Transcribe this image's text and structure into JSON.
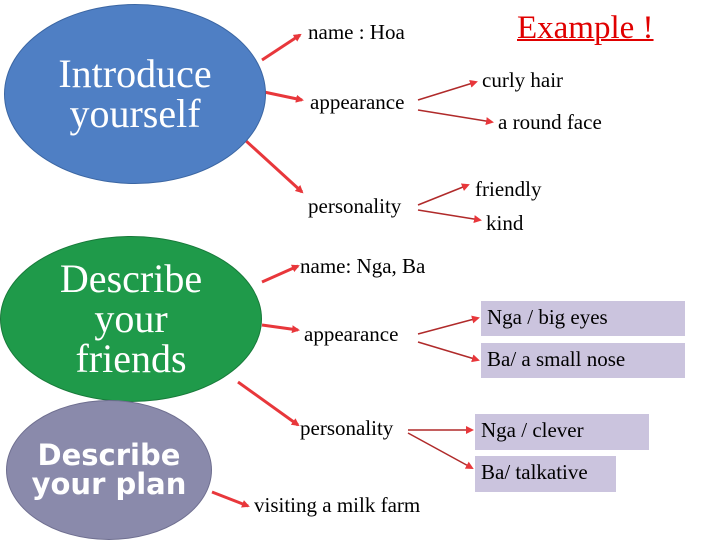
{
  "colors": {
    "arrow_red": "#e8373b",
    "intro_oval": "#4f7fc4",
    "friends_oval": "#1f9a4a",
    "plan_oval": "#8a8aab",
    "box_fill": "#cbc4de",
    "example_red": "#e00000"
  },
  "ovals": {
    "intro": [
      "Introduce",
      "yourself"
    ],
    "friends": [
      "Describe",
      "your",
      "friends"
    ],
    "plan": [
      "Describe",
      "your plan"
    ]
  },
  "example_title": "Example !",
  "intro_branch": {
    "name": "name : Hoa",
    "appearance": "appearance",
    "appearance_items": [
      "curly hair",
      "a round face"
    ],
    "personality": "personality",
    "personality_items": [
      "friendly",
      "kind"
    ]
  },
  "friends_branch": {
    "name": "name: Nga, Ba",
    "appearance": "appearance",
    "appearance_items": [
      "Nga / big eyes",
      "Ba/ a small nose"
    ],
    "personality": "personality",
    "personality_items": [
      "Nga / clever",
      "Ba/ talkative"
    ]
  },
  "plan_branch": {
    "activity": "visiting a milk farm"
  }
}
